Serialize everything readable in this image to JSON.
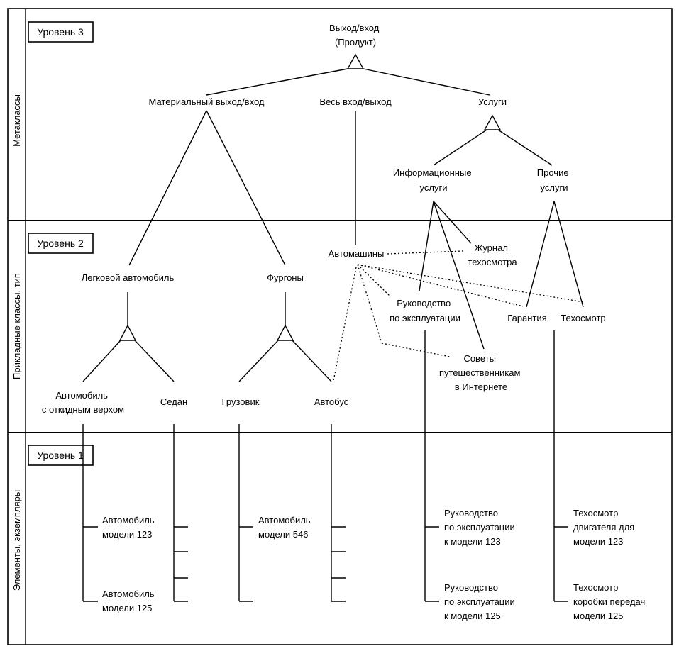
{
  "levels": {
    "l3": "Уровень 3",
    "l2": "Уровень 2",
    "l1": "Уровень 1"
  },
  "side_labels": {
    "meta": "Метаклассы",
    "applied": "Прикладные классы, тип",
    "elements": "Элементы, экземпляры"
  },
  "nodes": {
    "root": [
      "Выход/вход",
      "(Продукт)"
    ],
    "material": [
      "Материальный выход/вход"
    ],
    "whole": [
      "Весь вход/выход"
    ],
    "services": [
      "Услуги"
    ],
    "info_services": [
      "Информационные",
      "услуги"
    ],
    "other_services": [
      "Прочие",
      "услуги"
    ],
    "cars": [
      "Автомашины"
    ],
    "service_log": [
      "Журнал",
      "техосмотра"
    ],
    "passenger_car": [
      "Легковой автомобиль"
    ],
    "vans": [
      "Фургоны"
    ],
    "manual": [
      "Руководство",
      "по эксплуатации"
    ],
    "warranty": [
      "Гарантия"
    ],
    "inspection": [
      "Техосмотр"
    ],
    "travel_tips": [
      "Советы",
      "путешественникам",
      "в Интернете"
    ],
    "convertible": [
      "Автомобиль",
      "с откидным верхом"
    ],
    "sedan": [
      "Седан"
    ],
    "truck": [
      "Грузовик"
    ],
    "bus": [
      "Автобус"
    ],
    "car_123": [
      "Автомобиль",
      "модели 123"
    ],
    "car_125": [
      "Автомобиль",
      "модели 125"
    ],
    "car_546": [
      "Автомобиль",
      "модели 546"
    ],
    "manual_123": [
      "Руководство",
      "по эксплуатации",
      "к модели 123"
    ],
    "manual_125": [
      "Руководство",
      "по эксплуатации",
      "к модели 125"
    ],
    "engine_insp": [
      "Техосмотр",
      "двигателя для",
      "модели 123"
    ],
    "gearbox_insp": [
      "Техосмотр",
      "коробки передач",
      "модели 125"
    ]
  }
}
